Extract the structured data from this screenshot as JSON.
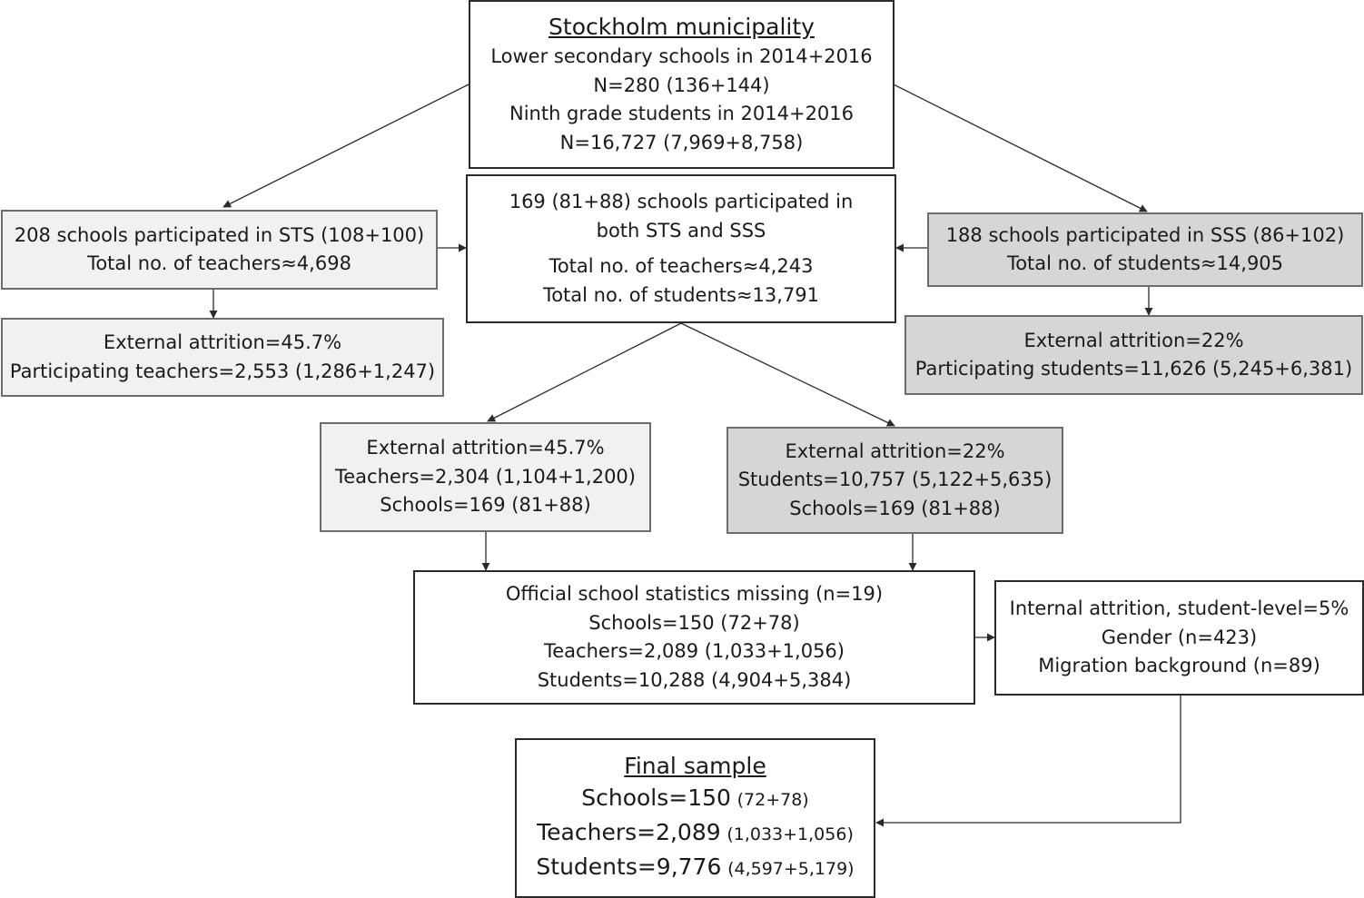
{
  "municipality": {
    "title": "Stockholm municipality",
    "lines": [
      "Lower secondary schools in 2014+2016",
      "N=280 (136+144)",
      "Ninth grade students in 2014+2016",
      "N=16,727 (7,969+8,758)"
    ]
  },
  "sts": {
    "lines": [
      "208 schools participated in STS (108+100)",
      "Total no. of teachers≈4,698"
    ]
  },
  "both": {
    "lines": [
      "169 (81+88) schools participated in",
      "both STS and SSS"
    ],
    "lines2": [
      "Total no. of teachers≈4,243",
      "Total no. of students≈13,791"
    ]
  },
  "sss": {
    "lines": [
      "188 schools participated in SSS (86+102)",
      "Total no. of students≈14,905"
    ]
  },
  "sts_attrition": {
    "lines": [
      "External attrition=45.7%",
      "Participating teachers=2,553 (1,286+1,247)"
    ]
  },
  "sss_attrition": {
    "lines": [
      "External attrition=22%",
      "Participating students=11,626 (5,245+6,381)"
    ]
  },
  "teacher_attrition": {
    "lines": [
      "External attrition=45.7%",
      "Teachers=2,304 (1,104+1,200)",
      "Schools=169 (81+88)"
    ]
  },
  "student_attrition": {
    "lines": [
      "External attrition=22%",
      "Students=10,757 (5,122+5,635)",
      "Schools=169 (81+88)"
    ]
  },
  "official_stats": {
    "lines": [
      "Official school statistics missing (n=19)",
      "Schools=150 (72+78)",
      "Teachers=2,089 (1,033+1,056)",
      "Students=10,288 (4,904+5,384)"
    ]
  },
  "internal_attrition": {
    "lines": [
      "Internal attrition, student-level=5%",
      "Gender (n=423)",
      "Migration background (n=89)"
    ]
  },
  "final_sample": {
    "title": "Final sample",
    "rows": [
      {
        "main": "Schools=150",
        "detail": "(72+78)"
      },
      {
        "main": "Teachers=2,089",
        "detail": "(1,033+1,056)"
      },
      {
        "main": "Students=9,776",
        "detail": "(4,597+5,179)"
      }
    ]
  },
  "colors": {
    "line": "#2a2a2a",
    "light_fill": "#f1f1f1",
    "dark_fill": "#d6d6d6"
  }
}
